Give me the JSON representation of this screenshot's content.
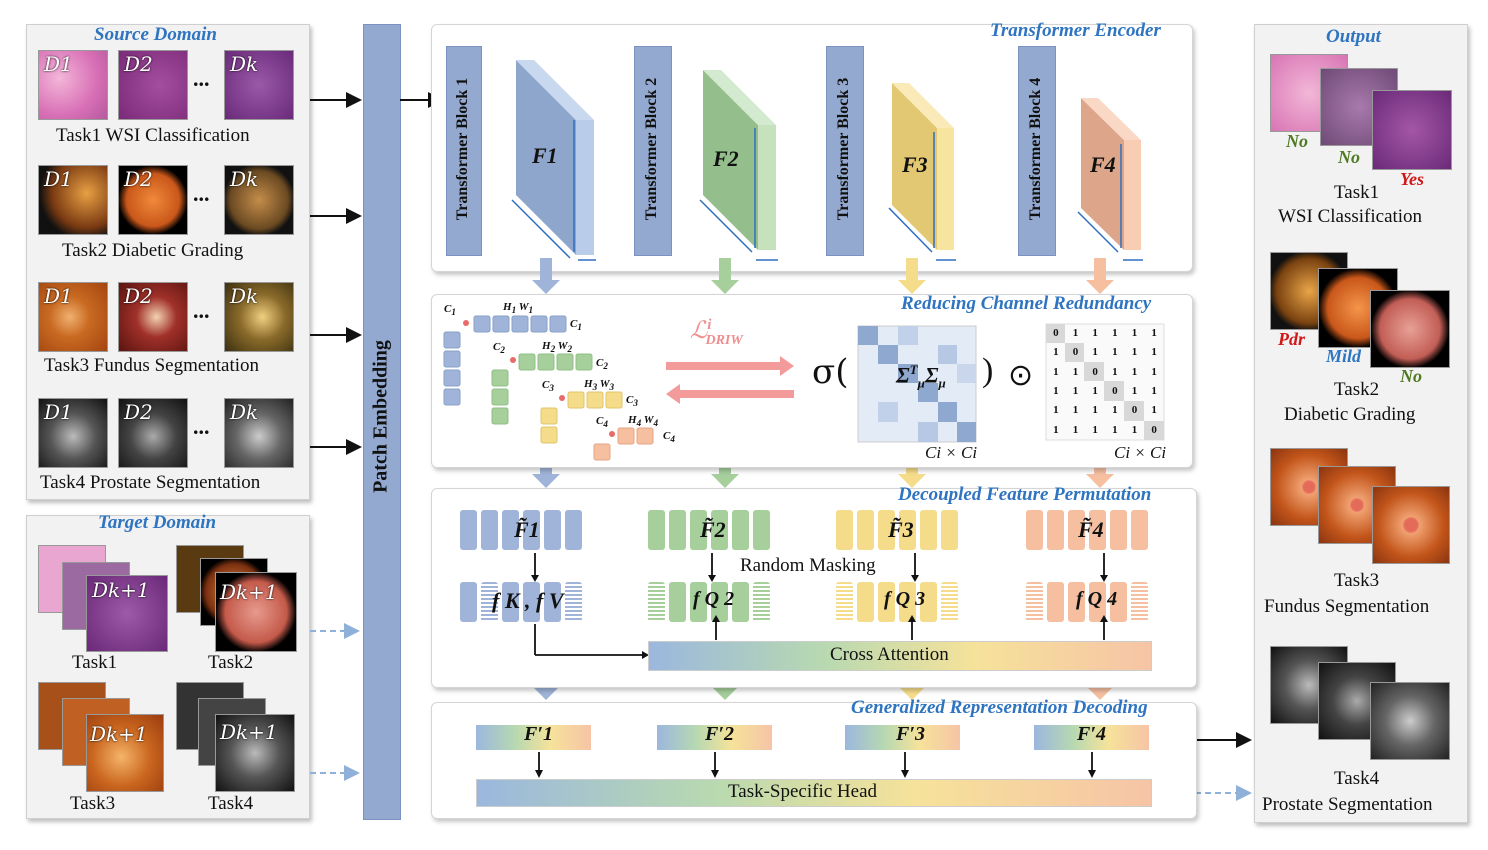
{
  "source": {
    "title": "Source Domain",
    "dot": "...",
    "tasks": [
      {
        "caption": "Task1  WSI Classification",
        "labels": [
          "D1",
          "D2",
          "Dk"
        ],
        "color": "#c04ba8"
      },
      {
        "caption": "Task2  Diabetic Grading",
        "labels": [
          "D1",
          "D2",
          "Dk"
        ],
        "color": "#c8621c"
      },
      {
        "caption": "Task3  Fundus Segmentation",
        "labels": [
          "D1",
          "D2",
          "Dk"
        ],
        "color": "#b4451a"
      },
      {
        "caption": "Task4  Prostate Segmentation",
        "labels": [
          "D1",
          "D2",
          "Dk"
        ],
        "color": "#555555"
      }
    ]
  },
  "target": {
    "title": "Target Domain",
    "label": "Dk+1",
    "tasks": [
      "Task1",
      "Task2",
      "Task3",
      "Task4"
    ]
  },
  "patch_embedding": "Patch Embedding",
  "encoder": {
    "title": "Transformer Encoder",
    "blocks": [
      "Transformer Block 1",
      "Transformer Block 2",
      "Transformer Block 3",
      "Transformer Block 4"
    ],
    "features": [
      "F1",
      "F2",
      "F3",
      "F4"
    ],
    "colors": [
      "#9fb4d8",
      "#a6cf9c",
      "#f5dc8a",
      "#f5bfa0"
    ]
  },
  "reducing": {
    "title": "Reducing Channel Redundancy",
    "loss": "ℒ",
    "loss_sup": "i",
    "loss_sub": "DRIW",
    "sigma": "σ(",
    "sigma_inner": "Σ",
    "sigma_sup": "T",
    "sigma_sub": "μ",
    "close": ")",
    "odot": "⊙",
    "dim_label": "Ci × Ci",
    "matrix": [
      [
        0,
        1,
        1,
        1,
        1,
        1
      ],
      [
        1,
        0,
        1,
        1,
        1,
        1
      ],
      [
        1,
        1,
        0,
        1,
        1,
        1
      ],
      [
        1,
        1,
        1,
        0,
        1,
        1
      ],
      [
        1,
        1,
        1,
        1,
        0,
        1
      ],
      [
        1,
        1,
        1,
        1,
        1,
        0
      ]
    ]
  },
  "decoupled": {
    "title": "Decoupled Feature Permutation",
    "tilde_features": [
      "F̃1",
      "F̃2",
      "F̃3",
      "F̃4"
    ],
    "kv_label": "f K , f V",
    "q_labels": [
      "f Q 2",
      "f Q 3",
      "f Q 4"
    ],
    "random_masking": "Random Masking",
    "cross_attention": "Cross Attention"
  },
  "decoding": {
    "title": "Generalized Representation Decoding",
    "features": [
      "F′1",
      "F′2",
      "F′3",
      "F′4"
    ],
    "head": "Task-Specific Head"
  },
  "output": {
    "title": "Output",
    "task1_labels": [
      "No",
      "No",
      "Yes"
    ],
    "task1_caption": [
      "Task1",
      "WSI Classification"
    ],
    "task2_labels": [
      "Pdr",
      "Mild",
      "No"
    ],
    "task2_caption": [
      "Task2",
      "Diabetic Grading"
    ],
    "task3_caption": [
      "Task3",
      "Fundus Segmentation"
    ],
    "task4_caption": [
      "Task4",
      "Prostate Segmentation"
    ]
  }
}
